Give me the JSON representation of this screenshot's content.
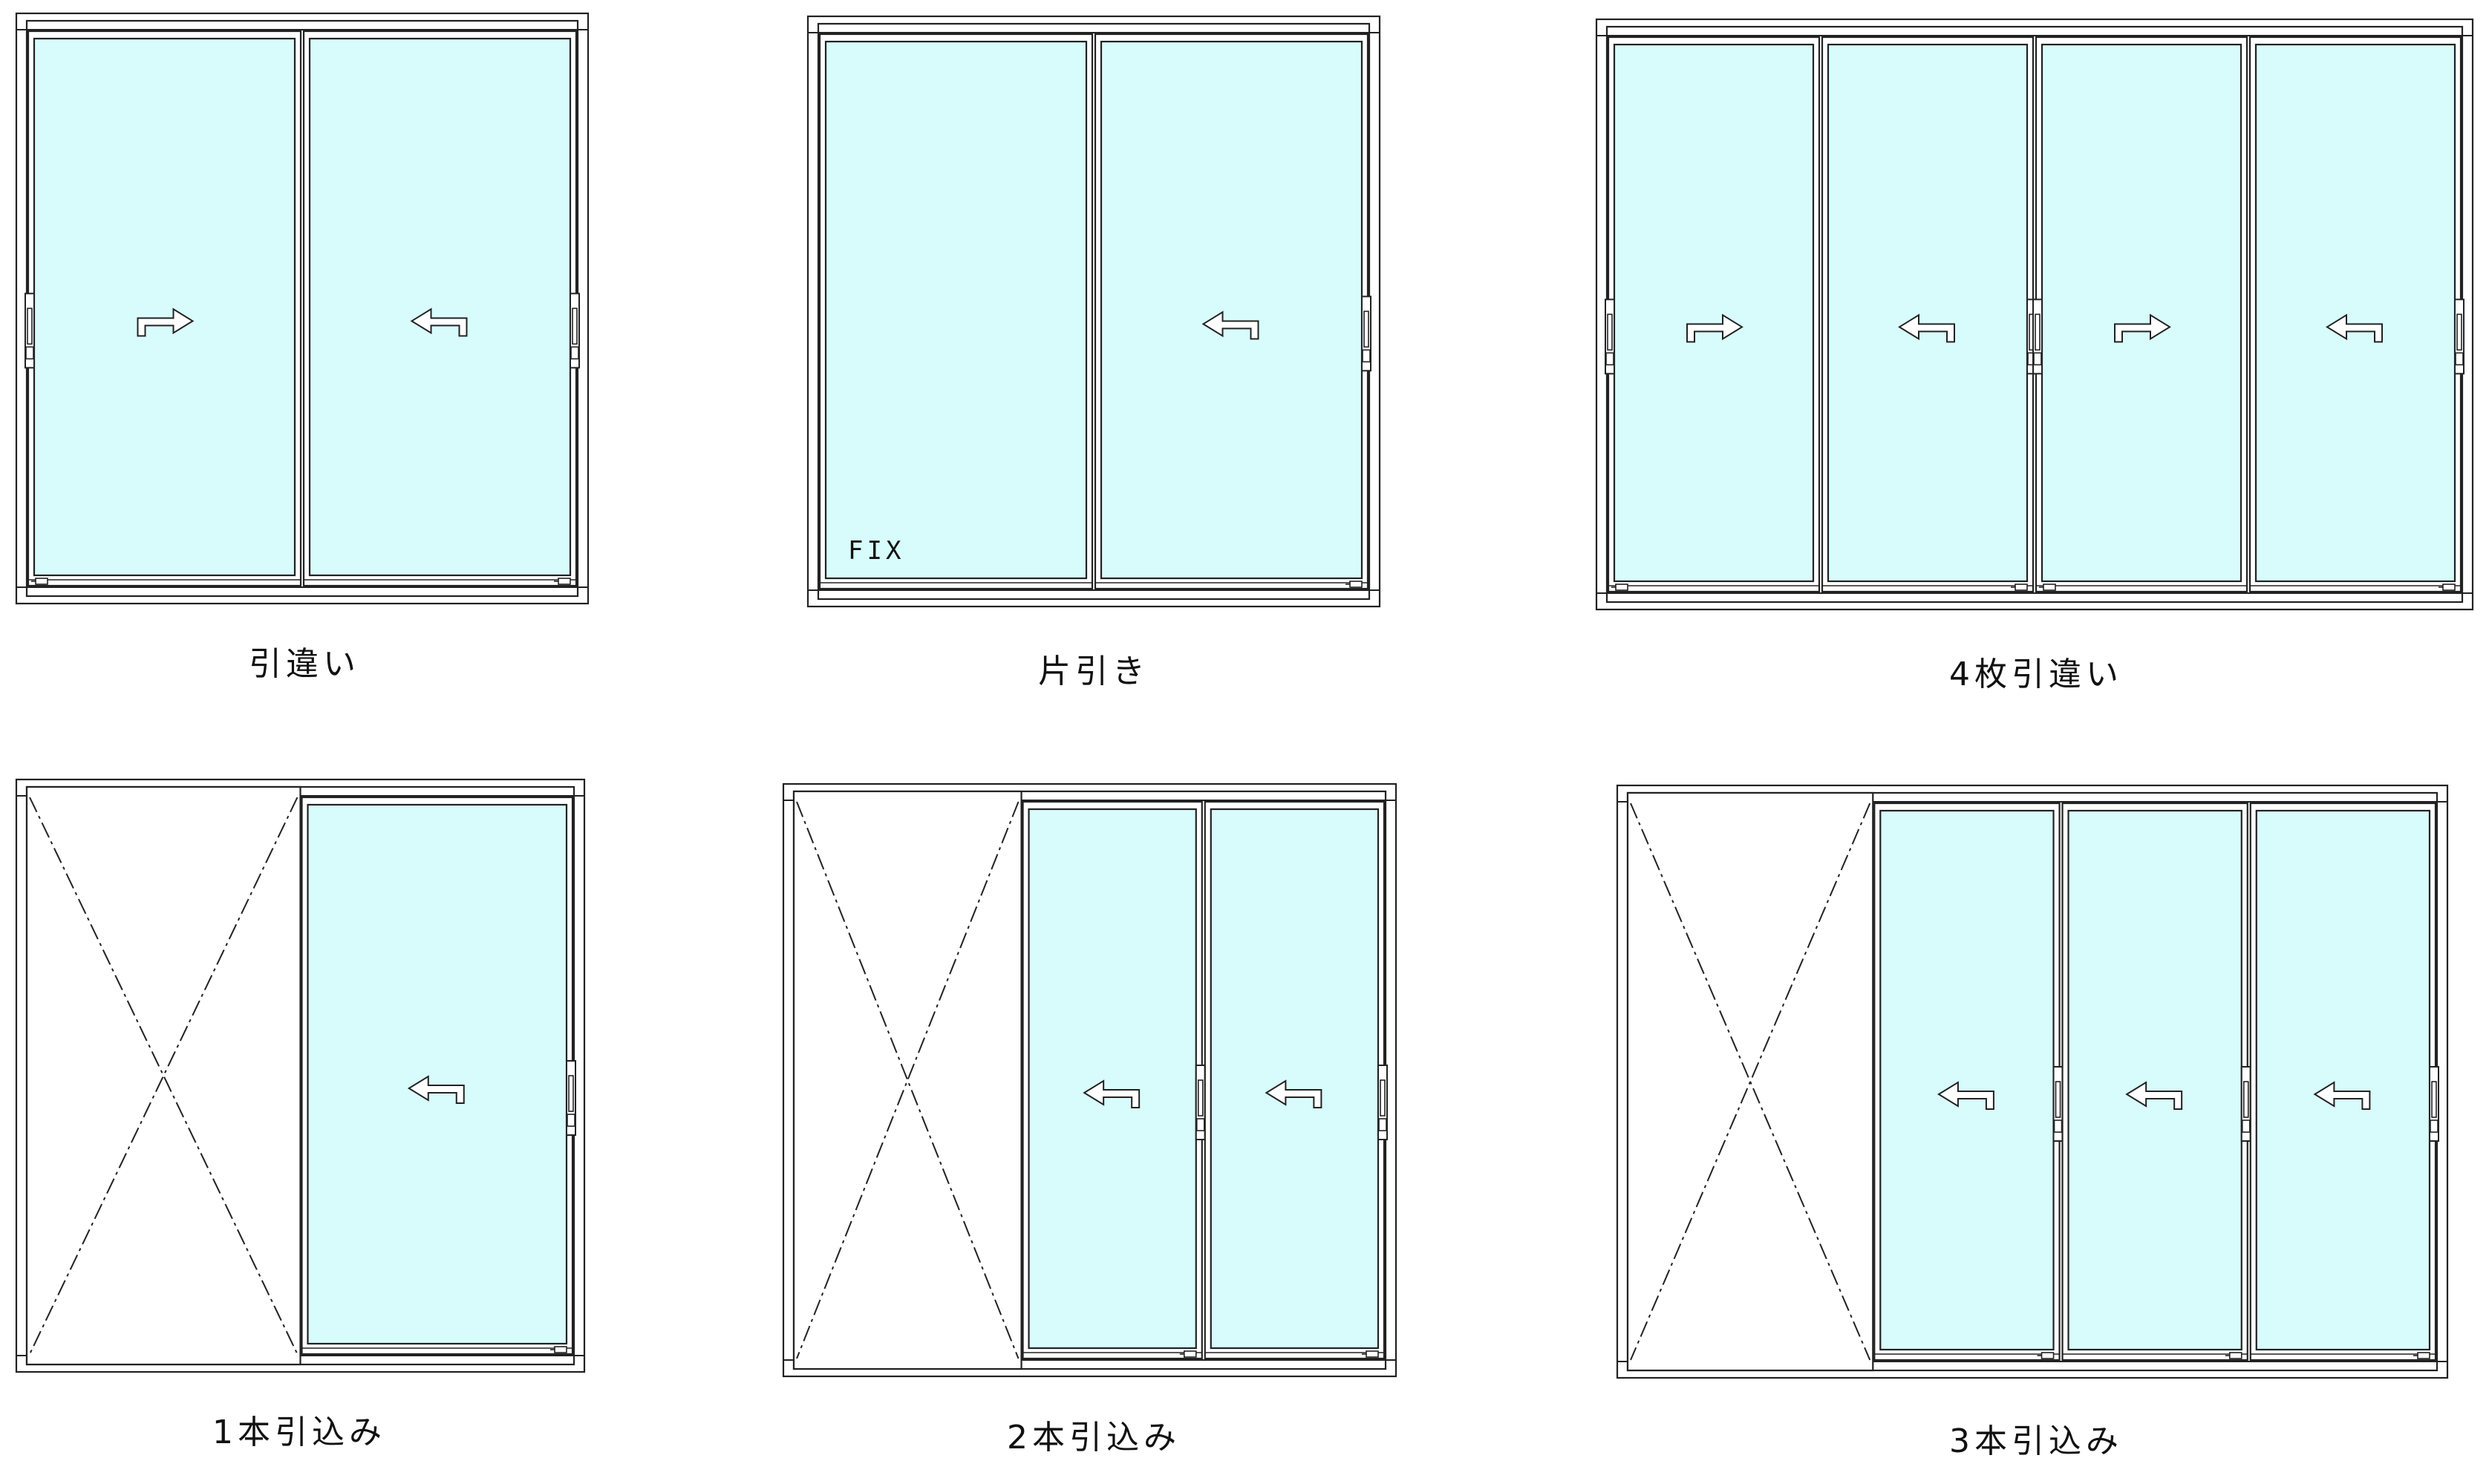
{
  "diagrams": [
    {
      "caption": "引違い",
      "panes": [
        {
          "glass": true,
          "arrow": "right",
          "handle": "left"
        },
        {
          "glass": true,
          "arrow": "left",
          "handle": "right"
        }
      ]
    },
    {
      "caption": "片引き",
      "panes": [
        {
          "glass": true,
          "fix_label": "FIX"
        },
        {
          "glass": true,
          "arrow": "left",
          "handle": "right"
        }
      ]
    },
    {
      "caption": "4枚引違い",
      "panes": [
        {
          "glass": true,
          "arrow": "right",
          "handle": "left"
        },
        {
          "glass": true,
          "arrow": "left",
          "handle": "right"
        },
        {
          "glass": true,
          "arrow": "right",
          "handle": "left"
        },
        {
          "glass": true,
          "arrow": "left",
          "handle": "right"
        }
      ]
    },
    {
      "caption": "1本引込み",
      "panes": [
        {
          "glass": false,
          "pocket": true
        },
        {
          "glass": true,
          "arrow": "left",
          "handle": "right"
        }
      ]
    },
    {
      "caption": "2本引込み",
      "panes": [
        {
          "glass": false,
          "pocket": true
        },
        {
          "glass": true,
          "arrow": "left",
          "handle": "right"
        },
        {
          "glass": true,
          "arrow": "left",
          "handle": "right"
        }
      ]
    },
    {
      "caption": "3本引込み",
      "panes": [
        {
          "glass": false,
          "pocket": true
        },
        {
          "glass": true,
          "arrow": "left",
          "handle": "right"
        },
        {
          "glass": true,
          "arrow": "left",
          "handle": "right"
        },
        {
          "glass": true,
          "arrow": "left",
          "handle": "right"
        }
      ]
    }
  ],
  "colors": {
    "glass": "#d8fbfc",
    "stroke": "#222222",
    "background": "#ffffff"
  }
}
